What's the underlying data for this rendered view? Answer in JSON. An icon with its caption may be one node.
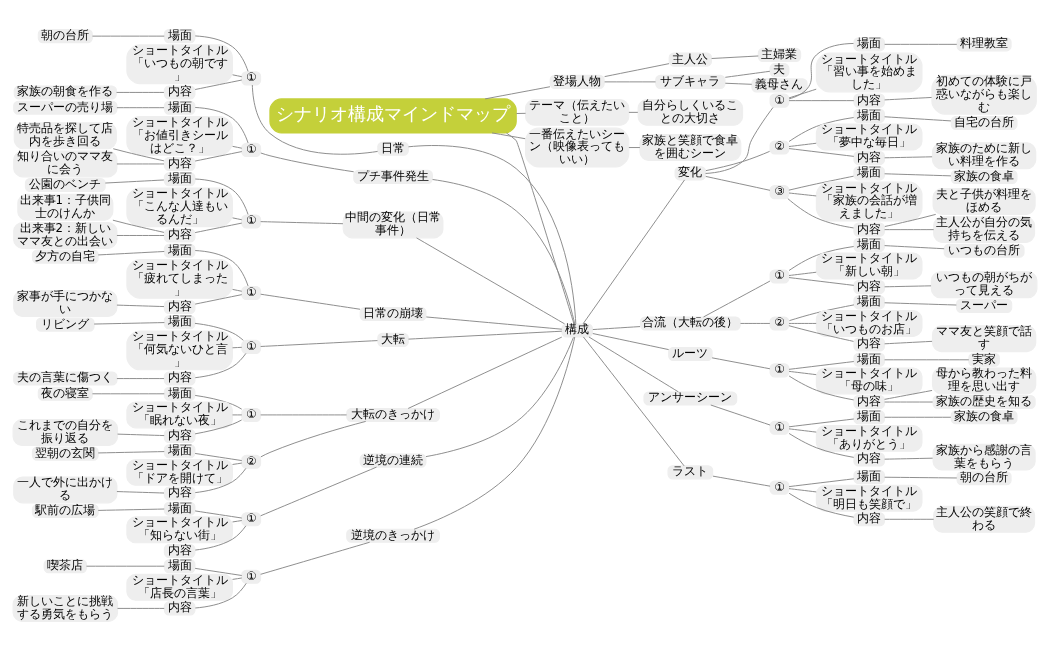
{
  "diagram": {
    "nodes": [
      {
        "text": [
          "シナリオ構成マインドマップ"
        ]
      },
      {
        "text": [
          "登場人物"
        ]
      },
      {
        "text": [
          "主人公"
        ]
      },
      {
        "text": [
          "主婦業"
        ]
      },
      {
        "text": [
          "サブキャラ"
        ]
      },
      {
        "text": [
          "夫"
        ]
      },
      {
        "text": [
          "義母さん"
        ]
      },
      {
        "text": [
          "テーマ（伝えたいこと）"
        ]
      },
      {
        "text": [
          "自分らしくいることの大切さ"
        ]
      },
      {
        "text": [
          "一番伝えたいシーン（映像表ってもいい）"
        ]
      },
      {
        "text": [
          "家族と笑顔で食卓を囲むシーン"
        ]
      },
      {
        "text": [
          "構成"
        ]
      },
      {
        "text": [
          "日常"
        ]
      },
      {
        "text": [
          "①"
        ]
      },
      {
        "text": [
          "場面"
        ]
      },
      {
        "text": [
          "朝の台所"
        ]
      },
      {
        "text": [
          "ショートタイトル「いつもの朝です」"
        ]
      },
      {
        "text": [
          "内容"
        ]
      },
      {
        "text": [
          "家族の朝食を作る"
        ]
      },
      {
        "text": [
          "プチ事件発生"
        ]
      },
      {
        "text": [
          "①"
        ]
      },
      {
        "text": [
          "場面"
        ]
      },
      {
        "text": [
          "スーパーの売り場"
        ]
      },
      {
        "text": [
          "ショートタイトル「お値引きシールはどこ？」"
        ]
      },
      {
        "text": [
          "内容"
        ]
      },
      {
        "text": [
          "特売品を探して店内を歩き回る"
        ]
      },
      {
        "text": [
          "知り合いのママ友に会う"
        ]
      },
      {
        "text": [
          "中間の変化（日常事件）"
        ]
      },
      {
        "text": [
          "①"
        ]
      },
      {
        "text": [
          "場面"
        ]
      },
      {
        "text": [
          "公園のベンチ"
        ]
      },
      {
        "text": [
          "ショートタイトル「こんな人達もいるんだ」"
        ]
      },
      {
        "text": [
          "内容"
        ]
      },
      {
        "text": [
          "出来事1：子供同士のけんか"
        ]
      },
      {
        "text": [
          "出来事2：新しいママ友との出会い"
        ]
      },
      {
        "text": [
          "日常の崩壊"
        ]
      },
      {
        "text": [
          "①"
        ]
      },
      {
        "text": [
          "場面"
        ]
      },
      {
        "text": [
          "夕方の自宅"
        ]
      },
      {
        "text": [
          "ショートタイトル「疲れてしまった」"
        ]
      },
      {
        "text": [
          "内容"
        ]
      },
      {
        "text": [
          "家事が手につかない"
        ]
      },
      {
        "text": [
          "大転"
        ]
      },
      {
        "text": [
          "①"
        ]
      },
      {
        "text": [
          "場面"
        ]
      },
      {
        "text": [
          "リビング"
        ]
      },
      {
        "text": [
          "ショートタイトル「何気ないひと言」"
        ]
      },
      {
        "text": [
          "内容"
        ]
      },
      {
        "text": [
          "夫の言葉に傷つく"
        ]
      },
      {
        "text": [
          "大転のきっかけ"
        ]
      },
      {
        "text": [
          "①"
        ]
      },
      {
        "text": [
          "場面"
        ]
      },
      {
        "text": [
          "夜の寝室"
        ]
      },
      {
        "text": [
          "ショートタイトル「眠れない夜」"
        ]
      },
      {
        "text": [
          "内容"
        ]
      },
      {
        "text": [
          "これまでの自分を振り返る"
        ]
      },
      {
        "text": [
          "②"
        ]
      },
      {
        "text": [
          "場面"
        ]
      },
      {
        "text": [
          "翌朝の玄関"
        ]
      },
      {
        "text": [
          "ショートタイトル「ドアを開けて」"
        ]
      },
      {
        "text": [
          "内容"
        ]
      },
      {
        "text": [
          "一人で外に出かける"
        ]
      },
      {
        "text": [
          "逆境の連続"
        ]
      },
      {
        "text": [
          "①"
        ]
      },
      {
        "text": [
          "場面"
        ]
      },
      {
        "text": [
          "駅前の広場"
        ]
      },
      {
        "text": [
          "ショートタイトル「知らない街」"
        ]
      },
      {
        "text": [
          "内容"
        ]
      },
      {
        "text": [
          "逆境のきっかけ"
        ]
      },
      {
        "text": [
          "①"
        ]
      },
      {
        "text": [
          "場面"
        ]
      },
      {
        "text": [
          "喫茶店"
        ]
      },
      {
        "text": [
          "ショートタイトル「店長の言葉」"
        ]
      },
      {
        "text": [
          "内容"
        ]
      },
      {
        "text": [
          "新しいことに挑戦する勇気をもらう"
        ]
      },
      {
        "text": [
          "変化"
        ]
      },
      {
        "text": [
          "①"
        ]
      },
      {
        "text": [
          "場面"
        ]
      },
      {
        "text": [
          "料理教室"
        ]
      },
      {
        "text": [
          "ショートタイトル「習い事を始めました」"
        ]
      },
      {
        "text": [
          "内容"
        ]
      },
      {
        "text": [
          "初めての体験に戸惑いながらも楽しむ"
        ]
      },
      {
        "text": [
          "②"
        ]
      },
      {
        "text": [
          "場面"
        ]
      },
      {
        "text": [
          "自宅の台所"
        ]
      },
      {
        "text": [
          "ショートタイトル「夢中な毎日」"
        ]
      },
      {
        "text": [
          "内容"
        ]
      },
      {
        "text": [
          "家族のために新しい料理を作る"
        ]
      },
      {
        "text": [
          "③"
        ]
      },
      {
        "text": [
          "場面"
        ]
      },
      {
        "text": [
          "家族の食卓"
        ]
      },
      {
        "text": [
          "ショートタイトル「家族の会話が増えました」"
        ]
      },
      {
        "text": [
          "内容"
        ]
      },
      {
        "text": [
          "夫と子供が料理をほめる"
        ]
      },
      {
        "text": [
          "主人公が自分の気持ちを伝える"
        ]
      },
      {
        "text": [
          "合流（大転の後）"
        ]
      },
      {
        "text": [
          "①"
        ]
      },
      {
        "text": [
          "場面"
        ]
      },
      {
        "text": [
          "いつもの台所"
        ]
      },
      {
        "text": [
          "ショートタイトル「新しい朝」"
        ]
      },
      {
        "text": [
          "内容"
        ]
      },
      {
        "text": [
          "いつもの朝がちがって見える"
        ]
      },
      {
        "text": [
          "②"
        ]
      },
      {
        "text": [
          "場面"
        ]
      },
      {
        "text": [
          "スーパー"
        ]
      },
      {
        "text": [
          "ショートタイトル「いつものお店」"
        ]
      },
      {
        "text": [
          "内容"
        ]
      },
      {
        "text": [
          "ママ友と笑顔で話す"
        ]
      },
      {
        "text": [
          "ルーツ"
        ]
      },
      {
        "text": [
          "①"
        ]
      },
      {
        "text": [
          "場面"
        ]
      },
      {
        "text": [
          "実家"
        ]
      },
      {
        "text": [
          "ショートタイトル「母の味」"
        ]
      },
      {
        "text": [
          "内容"
        ]
      },
      {
        "text": [
          "母から教わった料理を思い出す"
        ]
      },
      {
        "text": [
          "家族の歴史を知る"
        ]
      },
      {
        "text": [
          "アンサーシーン"
        ]
      },
      {
        "text": [
          "①"
        ]
      },
      {
        "text": [
          "場面"
        ]
      },
      {
        "text": [
          "家族の食卓"
        ]
      },
      {
        "text": [
          "ショートタイトル「ありがとう」"
        ]
      },
      {
        "text": [
          "内容"
        ]
      },
      {
        "text": [
          "家族から感謝の言葉をもらう"
        ]
      },
      {
        "text": [
          "ラスト"
        ]
      },
      {
        "text": [
          "①"
        ]
      },
      {
        "text": [
          "場面"
        ]
      },
      {
        "text": [
          "朝の台所"
        ]
      },
      {
        "text": [
          "ショートタイトル「明日も笑顔で」"
        ]
      },
      {
        "text": [
          "内容"
        ]
      },
      {
        "text": [
          "主人公の笑顔で終わる"
        ]
      }
    ],
    "edges": [
      {
        "from": 0,
        "to": 1,
        "arrow": "none"
      },
      {
        "from": 0,
        "to": 7,
        "arrow": "none"
      },
      {
        "from": 0,
        "to": 9,
        "arrow": "none"
      },
      {
        "from": 0,
        "to": 11,
        "arrow": "none"
      },
      {
        "from": 1,
        "to": 2,
        "arrow": "none"
      },
      {
        "from": 1,
        "to": 4,
        "arrow": "none"
      },
      {
        "from": 2,
        "to": 3,
        "arrow": "none"
      },
      {
        "from": 4,
        "to": 5,
        "arrow": "none"
      },
      {
        "from": 4,
        "to": 6,
        "arrow": "none"
      },
      {
        "from": 7,
        "to": 8,
        "arrow": "none"
      },
      {
        "from": 9,
        "to": 10,
        "arrow": "none"
      },
      {
        "from": 11,
        "to": 12,
        "arrow": "none"
      },
      {
        "from": 11,
        "to": 19,
        "arrow": "none"
      },
      {
        "from": 11,
        "to": 27,
        "arrow": "none"
      },
      {
        "from": 11,
        "to": 35,
        "arrow": "none"
      },
      {
        "from": 11,
        "to": 42,
        "arrow": "none"
      },
      {
        "from": 11,
        "to": 49,
        "arrow": "none"
      },
      {
        "from": 11,
        "to": 62,
        "arrow": "none"
      },
      {
        "from": 11,
        "to": 68,
        "arrow": "none"
      },
      {
        "from": 11,
        "to": 75,
        "arrow": "none"
      },
      {
        "from": 11,
        "to": 95,
        "arrow": "none"
      },
      {
        "from": 11,
        "to": 108,
        "arrow": "none"
      },
      {
        "from": 11,
        "to": 116,
        "arrow": "none"
      },
      {
        "from": 11,
        "to": 123,
        "arrow": "none"
      },
      {
        "from": 12,
        "to": 13,
        "arrow": "none"
      },
      {
        "from": 13,
        "to": 14,
        "arrow": "none"
      },
      {
        "from": 13,
        "to": 16,
        "arrow": "none"
      },
      {
        "from": 13,
        "to": 17,
        "arrow": "none"
      },
      {
        "from": 14,
        "to": 15,
        "arrow": "none"
      },
      {
        "from": 17,
        "to": 18,
        "arrow": "none"
      },
      {
        "from": 19,
        "to": 20,
        "arrow": "none"
      },
      {
        "from": 20,
        "to": 21,
        "arrow": "none"
      },
      {
        "from": 20,
        "to": 23,
        "arrow": "none"
      },
      {
        "from": 20,
        "to": 24,
        "arrow": "none"
      },
      {
        "from": 21,
        "to": 22,
        "arrow": "none"
      },
      {
        "from": 24,
        "to": 25,
        "arrow": "none"
      },
      {
        "from": 24,
        "to": 26,
        "arrow": "none"
      },
      {
        "from": 27,
        "to": 28,
        "arrow": "none"
      },
      {
        "from": 28,
        "to": 29,
        "arrow": "none"
      },
      {
        "from": 28,
        "to": 31,
        "arrow": "none"
      },
      {
        "from": 28,
        "to": 32,
        "arrow": "none"
      },
      {
        "from": 29,
        "to": 30,
        "arrow": "none"
      },
      {
        "from": 32,
        "to": 33,
        "arrow": "none"
      },
      {
        "from": 32,
        "to": 34,
        "arrow": "none"
      },
      {
        "from": 35,
        "to": 36,
        "arrow": "none"
      },
      {
        "from": 36,
        "to": 37,
        "arrow": "none"
      },
      {
        "from": 36,
        "to": 39,
        "arrow": "none"
      },
      {
        "from": 36,
        "to": 40,
        "arrow": "none"
      },
      {
        "from": 37,
        "to": 38,
        "arrow": "none"
      },
      {
        "from": 40,
        "to": 41,
        "arrow": "none"
      },
      {
        "from": 42,
        "to": 43,
        "arrow": "none"
      },
      {
        "from": 43,
        "to": 44,
        "arrow": "none"
      },
      {
        "from": 43,
        "to": 46,
        "arrow": "none"
      },
      {
        "from": 43,
        "to": 47,
        "arrow": "none"
      },
      {
        "from": 44,
        "to": 45,
        "arrow": "none"
      },
      {
        "from": 47,
        "to": 48,
        "arrow": "none"
      },
      {
        "from": 49,
        "to": 50,
        "arrow": "none"
      },
      {
        "from": 49,
        "to": 56,
        "arrow": "none"
      },
      {
        "from": 50,
        "to": 51,
        "arrow": "none"
      },
      {
        "from": 50,
        "to": 53,
        "arrow": "none"
      },
      {
        "from": 50,
        "to": 54,
        "arrow": "none"
      },
      {
        "from": 51,
        "to": 52,
        "arrow": "none"
      },
      {
        "from": 54,
        "to": 55,
        "arrow": "none"
      },
      {
        "from": 56,
        "to": 57,
        "arrow": "none"
      },
      {
        "from": 56,
        "to": 59,
        "arrow": "none"
      },
      {
        "from": 56,
        "to": 60,
        "arrow": "none"
      },
      {
        "from": 57,
        "to": 58,
        "arrow": "none"
      },
      {
        "from": 60,
        "to": 61,
        "arrow": "none"
      },
      {
        "from": 62,
        "to": 63,
        "arrow": "none"
      },
      {
        "from": 63,
        "to": 64,
        "arrow": "none"
      },
      {
        "from": 63,
        "to": 66,
        "arrow": "none"
      },
      {
        "from": 63,
        "to": 67,
        "arrow": "none"
      },
      {
        "from": 64,
        "to": 65,
        "arrow": "none"
      },
      {
        "from": 68,
        "to": 69,
        "arrow": "none"
      },
      {
        "from": 69,
        "to": 70,
        "arrow": "none"
      },
      {
        "from": 69,
        "to": 72,
        "arrow": "none"
      },
      {
        "from": 69,
        "to": 73,
        "arrow": "none"
      },
      {
        "from": 70,
        "to": 71,
        "arrow": "none"
      },
      {
        "from": 73,
        "to": 74,
        "arrow": "none"
      },
      {
        "from": 75,
        "to": 76,
        "arrow": "none"
      },
      {
        "from": 75,
        "to": 82,
        "arrow": "none"
      },
      {
        "from": 75,
        "to": 88,
        "arrow": "none"
      },
      {
        "from": 76,
        "to": 77,
        "arrow": "none"
      },
      {
        "from": 76,
        "to": 79,
        "arrow": "none"
      },
      {
        "from": 76,
        "to": 80,
        "arrow": "none"
      },
      {
        "from": 77,
        "to": 78,
        "arrow": "none"
      },
      {
        "from": 80,
        "to": 81,
        "arrow": "none"
      },
      {
        "from": 82,
        "to": 83,
        "arrow": "none"
      },
      {
        "from": 82,
        "to": 85,
        "arrow": "none"
      },
      {
        "from": 82,
        "to": 86,
        "arrow": "none"
      },
      {
        "from": 83,
        "to": 84,
        "arrow": "none"
      },
      {
        "from": 86,
        "to": 87,
        "arrow": "none"
      },
      {
        "from": 88,
        "to": 89,
        "arrow": "none"
      },
      {
        "from": 88,
        "to": 91,
        "arrow": "none"
      },
      {
        "from": 88,
        "to": 92,
        "arrow": "none"
      },
      {
        "from": 89,
        "to": 90,
        "arrow": "none"
      },
      {
        "from": 92,
        "to": 93,
        "arrow": "none"
      },
      {
        "from": 92,
        "to": 94,
        "arrow": "none"
      },
      {
        "from": 95,
        "to": 96,
        "arrow": "none"
      },
      {
        "from": 95,
        "to": 102,
        "arrow": "none"
      },
      {
        "from": 96,
        "to": 97,
        "arrow": "none"
      },
      {
        "from": 96,
        "to": 99,
        "arrow": "none"
      },
      {
        "from": 96,
        "to": 100,
        "arrow": "none"
      },
      {
        "from": 97,
        "to": 98,
        "arrow": "none"
      },
      {
        "from": 100,
        "to": 101,
        "arrow": "none"
      },
      {
        "from": 102,
        "to": 103,
        "arrow": "none"
      },
      {
        "from": 102,
        "to": 105,
        "arrow": "none"
      },
      {
        "from": 102,
        "to": 106,
        "arrow": "none"
      },
      {
        "from": 103,
        "to": 104,
        "arrow": "none"
      },
      {
        "from": 106,
        "to": 107,
        "arrow": "none"
      },
      {
        "from": 108,
        "to": 109,
        "arrow": "none"
      },
      {
        "from": 109,
        "to": 110,
        "arrow": "none"
      },
      {
        "from": 109,
        "to": 112,
        "arrow": "none"
      },
      {
        "from": 109,
        "to": 113,
        "arrow": "none"
      },
      {
        "from": 110,
        "to": 111,
        "arrow": "none"
      },
      {
        "from": 113,
        "to": 114,
        "arrow": "none"
      },
      {
        "from": 113,
        "to": 115,
        "arrow": "none"
      },
      {
        "from": 116,
        "to": 117,
        "arrow": "none"
      },
      {
        "from": 117,
        "to": 118,
        "arrow": "none"
      },
      {
        "from": 117,
        "to": 120,
        "arrow": "none"
      },
      {
        "from": 117,
        "to": 121,
        "arrow": "none"
      },
      {
        "from": 118,
        "to": 119,
        "arrow": "none"
      },
      {
        "from": 121,
        "to": 122,
        "arrow": "none"
      },
      {
        "from": 123,
        "to": 124,
        "arrow": "none"
      },
      {
        "from": 124,
        "to": 125,
        "arrow": "none"
      },
      {
        "from": 124,
        "to": 127,
        "arrow": "none"
      },
      {
        "from": 124,
        "to": 128,
        "arrow": "none"
      },
      {
        "from": 125,
        "to": 126,
        "arrow": "none"
      },
      {
        "from": 128,
        "to": 129,
        "arrow": "none"
      }
    ]
  }
}
